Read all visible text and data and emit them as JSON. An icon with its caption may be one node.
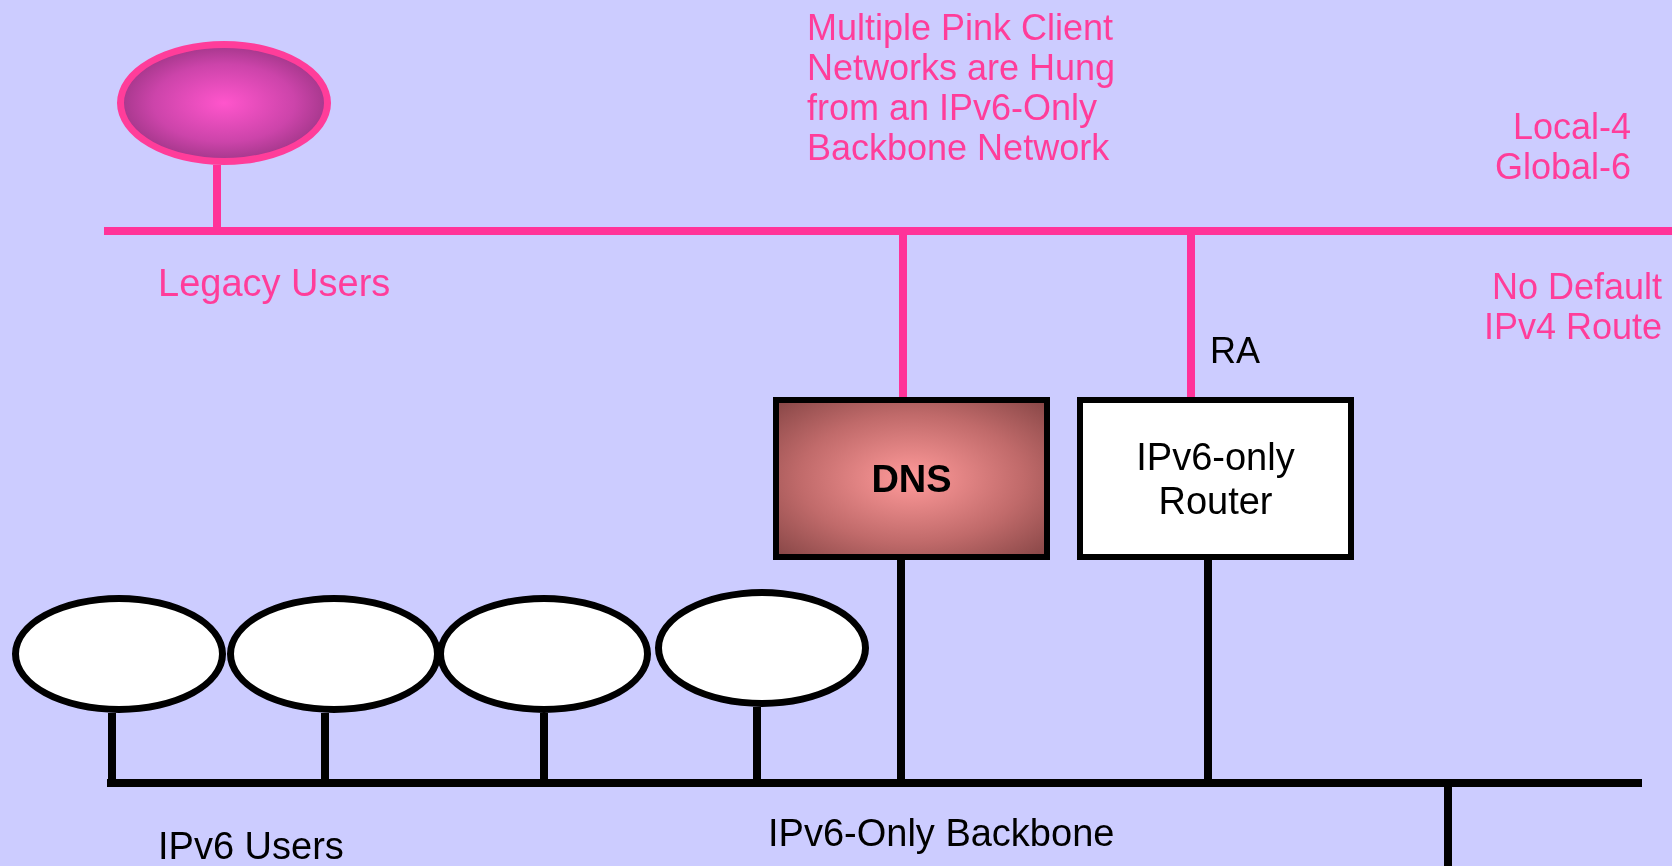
{
  "diagram": {
    "nodes": [
      {
        "text": [],
        "shape": "ellipse"
      },
      {
        "text": [],
        "shape": "bar",
        "beside": [
          "Legacy Users"
        ]
      },
      {
        "text": [
          "DNS"
        ]
      },
      {
        "text": [
          "IPv6-only Router"
        ],
        "beside": [
          "RA"
        ]
      },
      {
        "text": [],
        "shape": "ellipse"
      },
      {
        "text": [],
        "shape": "ellipse"
      },
      {
        "text": [],
        "shape": "ellipse"
      },
      {
        "text": [],
        "shape": "ellipse"
      },
      {
        "text": [],
        "shape": "bar",
        "beside": [
          "IPv6 Users",
          "IPv6-Only Backbone"
        ]
      }
    ],
    "edges": [
      {
        "from": 0,
        "to": 1,
        "arrow": "none",
        "color": "#ff3399"
      },
      {
        "from": 1,
        "to": 2,
        "arrow": "none",
        "color": "#ff3399"
      },
      {
        "from": 1,
        "to": 3,
        "arrow": "none",
        "color": "#ff3399"
      },
      {
        "from": 2,
        "to": 8,
        "arrow": "none"
      },
      {
        "from": 3,
        "to": 8,
        "arrow": "none"
      },
      {
        "from": 4,
        "to": 8,
        "arrow": "none"
      },
      {
        "from": 5,
        "to": 8,
        "arrow": "none"
      },
      {
        "from": 6,
        "to": 8,
        "arrow": "none"
      },
      {
        "from": 7,
        "to": 8,
        "arrow": "none"
      },
      {
        "from": 8,
        "to": null,
        "arrow": "none"
      }
    ],
    "labels": [
      "Multiple Pink Client Networks are Hung from an IPv6-Only Backbone Network",
      "Local-4 Global-6",
      "No Default IPv4 Route"
    ]
  }
}
